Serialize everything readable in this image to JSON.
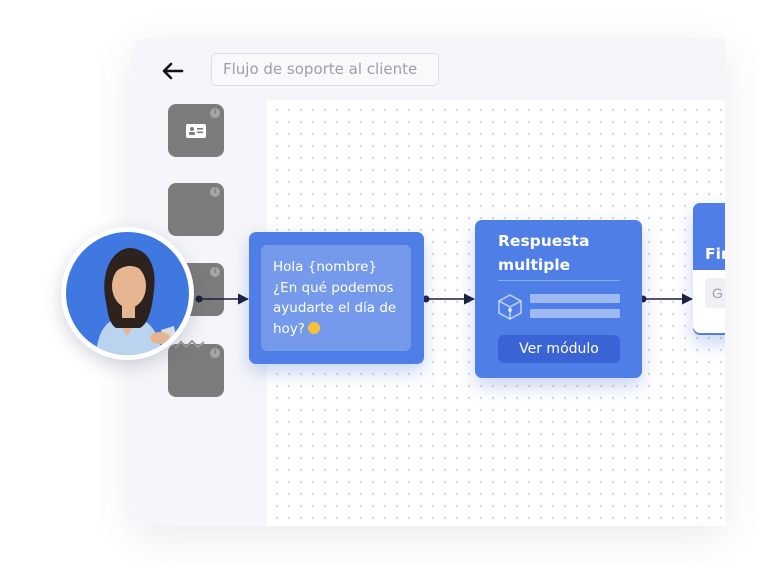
{
  "header": {
    "flow_title": "Flujo de soporte al cliente"
  },
  "sidebar": {
    "tiles": [
      {
        "icon": "contact-card-icon",
        "info": "i"
      },
      {
        "icon": "",
        "info": "i"
      },
      {
        "icon": "",
        "info": "i"
      },
      {
        "icon": "",
        "info": "i"
      }
    ]
  },
  "nodes": {
    "greeting": {
      "message": "Hola {nombre} ¿En qué podemos ayudarte el día de hoy?",
      "emoji": "smiling-face-icon"
    },
    "multiple": {
      "title": "Respuesta multiple",
      "module_icon": "cube-icon",
      "button_label": "Ver módulo"
    },
    "final": {
      "title_partial": "Fin",
      "input_partial": "G"
    }
  },
  "colors": {
    "node_blue": "#4f7ee6",
    "button_blue": "#3a64d6",
    "tile_gray": "#7c7c7c",
    "connector": "#1c1f3a"
  }
}
